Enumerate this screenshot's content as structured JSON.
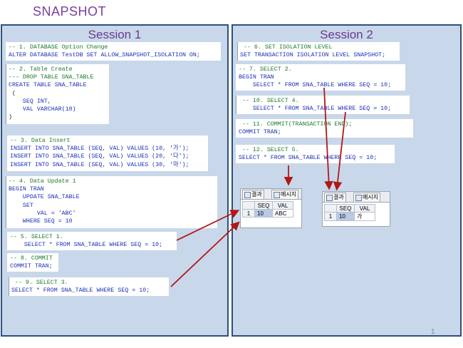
{
  "title": "SNAPSHOT",
  "page_number": "1",
  "session1": {
    "title": "Session 1",
    "boxes": [
      {
        "lines": [
          {
            "cls": "cmt",
            "text": "-- 1. DATABASE Option Change"
          },
          {
            "cls": "kw",
            "text": "ALTER DATABASE TestDB SET ALLOW_SNAPSHOT_ISOLATION ON;"
          }
        ]
      },
      {
        "lines": [
          {
            "cls": "cmt",
            "text": "-- 2. Table Create"
          },
          {
            "cls": "cmt",
            "text": "--- DROP TABLE SNA_TABLE"
          },
          {
            "cls": "kw",
            "text": "CREATE TABLE SNA_TABLE"
          },
          {
            "cls": "plain",
            "text": " ("
          },
          {
            "cls": "kw",
            "text": "    SEQ INT,"
          },
          {
            "cls": "kw",
            "text": "    VAL VARCHAR(10)"
          },
          {
            "cls": "plain",
            "text": ")"
          }
        ]
      },
      {
        "lines": [
          {
            "cls": "cmt",
            "text": "-- 3. Data Insert"
          },
          {
            "cls": "kw",
            "text": "INSERT INTO SNA_TABLE (SEQ, VAL) VALUES (10, '가');"
          },
          {
            "cls": "kw",
            "text": "INSERT INTO SNA_TABLE (SEQ, VAL) VALUES (20, '다');"
          },
          {
            "cls": "kw",
            "text": "INSERT INTO SNA_TABLE (SEQ, VAL) VALUES (30, '마');"
          }
        ]
      },
      {
        "lines": [
          {
            "cls": "cmt",
            "text": "-- 4. Data Update 1"
          },
          {
            "cls": "kw",
            "text": "BEGIN TRAN"
          },
          {
            "cls": "kw",
            "text": "    UPDATE SNA_TABLE"
          },
          {
            "cls": "kw",
            "text": "    SET"
          },
          {
            "cls": "kw",
            "text": "        VAL = 'ABC'"
          },
          {
            "cls": "kw",
            "text": "    WHERE SEQ = 10"
          }
        ]
      },
      {
        "lines": [
          {
            "cls": "cmt",
            "text": "-- 5. SELECT 1."
          },
          {
            "cls": "kw",
            "text": "    SELECT * FROM SNA_TABLE WHERE SEQ = 10;"
          }
        ]
      },
      {
        "lines": [
          {
            "cls": "cmt",
            "text": "-- 8. COMMIT"
          },
          {
            "cls": "kw",
            "text": "COMMIT TRAN;"
          }
        ]
      },
      {
        "lines": [
          {
            "cls": "cmt",
            "text": " -- 9. SELECT 3."
          },
          {
            "cls": "kw",
            "text": "SELECT * FROM SNA_TABLE WHERE SEQ = 10;"
          }
        ]
      }
    ]
  },
  "session2": {
    "title": "Session 2",
    "boxes": [
      {
        "lines": [
          {
            "cls": "cmt",
            "text": " -- 6. SET ISOLATION LEVEL"
          },
          {
            "cls": "kw",
            "text": "SET TRANSACTION ISOLATION LEVEL SNAPSHOT;"
          }
        ]
      },
      {
        "lines": [
          {
            "cls": "cmt",
            "text": "-- 7. SELECT 2."
          },
          {
            "cls": "kw",
            "text": "BEGIN TRAN"
          },
          {
            "cls": "kw",
            "text": "    SELECT * FROM SNA_TABLE WHERE SEQ = 10;"
          }
        ]
      },
      {
        "lines": [
          {
            "cls": "cmt",
            "text": " -- 10. SELECT 4."
          },
          {
            "cls": "kw",
            "text": "    SELECT * FROM SNA_TABLE WHERE SEQ = 10;"
          }
        ]
      },
      {
        "lines": [
          {
            "cls": "cmt",
            "text": " -- 11. COMMIT(TRANSACTION END);"
          },
          {
            "cls": "kw",
            "text": "COMMIT TRAN;"
          }
        ]
      },
      {
        "lines": [
          {
            "cls": "cmt",
            "text": " -- 12. SELECT 5."
          },
          {
            "cls": "kw",
            "text": "SELECT * FROM SNA_TABLE WHERE SEQ = 10;"
          }
        ]
      }
    ]
  },
  "grid1": {
    "tab_results": "결과",
    "tab_messages": "메시지",
    "columns": [
      "SEQ",
      "VAL"
    ],
    "row": {
      "num": "1",
      "seq": "10",
      "val": "ABC"
    }
  },
  "grid2": {
    "tab_results": "결과",
    "tab_messages": "메시지",
    "columns": [
      "SEQ",
      "VAL"
    ],
    "row": {
      "num": "1",
      "seq": "10",
      "val": "가"
    }
  },
  "colors": {
    "arrow": "#b01818",
    "panel": "#c9d7ea",
    "border": "#2e4f7a",
    "comment": "#1a7a2a",
    "keyword": "#1b2fb8"
  }
}
